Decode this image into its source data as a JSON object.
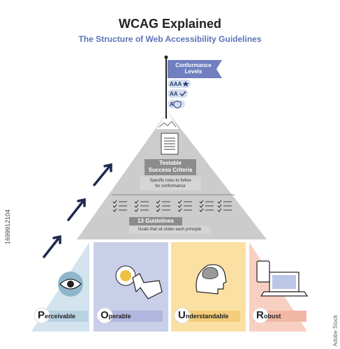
{
  "title": "WCAG Explained",
  "subtitle": "The Structure of Web Accessibility Guidelines",
  "flag": {
    "label_line1": "Conformance",
    "label_line2": "Levels"
  },
  "levels": [
    {
      "label": "AAA",
      "icon": "star-icon"
    },
    {
      "label": "AA",
      "icon": "check-icon"
    },
    {
      "label": "A",
      "icon": "shield-icon"
    }
  ],
  "tier_top": {
    "title_line1": "Testable",
    "title_line2": "Success Criteria",
    "desc_line1": "Specific rules to follow",
    "desc_line2": "for conformance"
  },
  "tier_mid": {
    "title": "13 Guidelines",
    "desc": "Goals that sit under each principle"
  },
  "principles": [
    {
      "cap": "P",
      "rest": "erceivable",
      "icon": "eye-icon",
      "color": "#d3e4ee"
    },
    {
      "cap": "O",
      "rest": "perable",
      "icon": "cursor-click-icon",
      "color": "#c9cee9"
    },
    {
      "cap": "U",
      "rest": "nderstandable",
      "icon": "brain-head-icon",
      "color": "#fbe0a4"
    },
    {
      "cap": "R",
      "rest": "obust",
      "icon": "devices-icon",
      "color": "#f8d0c2"
    }
  ],
  "colors": {
    "title": "#222222",
    "subtitle": "#5b73b8",
    "flag": "#6f7fc0",
    "mountain": "#cccccc",
    "label_box": "#8c8c8c"
  },
  "stock_id": "1699912104",
  "watermark": "Adobe Stock"
}
